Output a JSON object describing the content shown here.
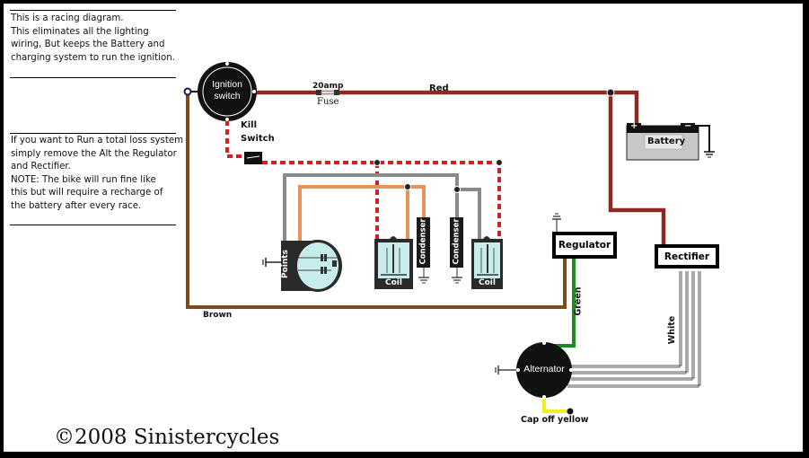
{
  "notes": {
    "intro": "This is a racing diagram.\nThis eliminates all the lighting\nwiring, But keeps the Battery and\ncharging system to run the ignition.",
    "total_loss": "If you want to Run a total loss system\nsimply remove the Alt the Regulator\nand Rectifier.\nNOTE:  The bike will run fine like\nthis but will require a recharge of\nthe battery after every race."
  },
  "components": {
    "ignition_switch": "Ignition\nswitch",
    "kill_switch": "Kill\nSwitch",
    "fuse_rating": "20amp",
    "fuse": "Fuse",
    "battery": "Battery",
    "battery_plus": "+",
    "battery_minus": "−",
    "points": "Points",
    "coil_left": "Coil",
    "coil_right": "Coil",
    "condenser_left": "Condenser",
    "condenser_right": "Condenser",
    "regulator": "Regulator",
    "rectifier": "Rectifier",
    "alternator": "Alternator"
  },
  "wire_labels": {
    "red": "Red",
    "brown": "Brown",
    "green": "Green",
    "white": "White",
    "cap_off_yellow": "Cap off yellow"
  },
  "wire_colors": {
    "red": "#8b2a25",
    "red_dashed": "#d42020",
    "brown": "#7a4a1a",
    "orange": "#e8925a",
    "gray": "#8a8a8a",
    "green": "#1e8a1e",
    "yellow": "#f0f020",
    "white_wire_outline": "#555555"
  },
  "copyright": "©2008 Sinistercycles"
}
